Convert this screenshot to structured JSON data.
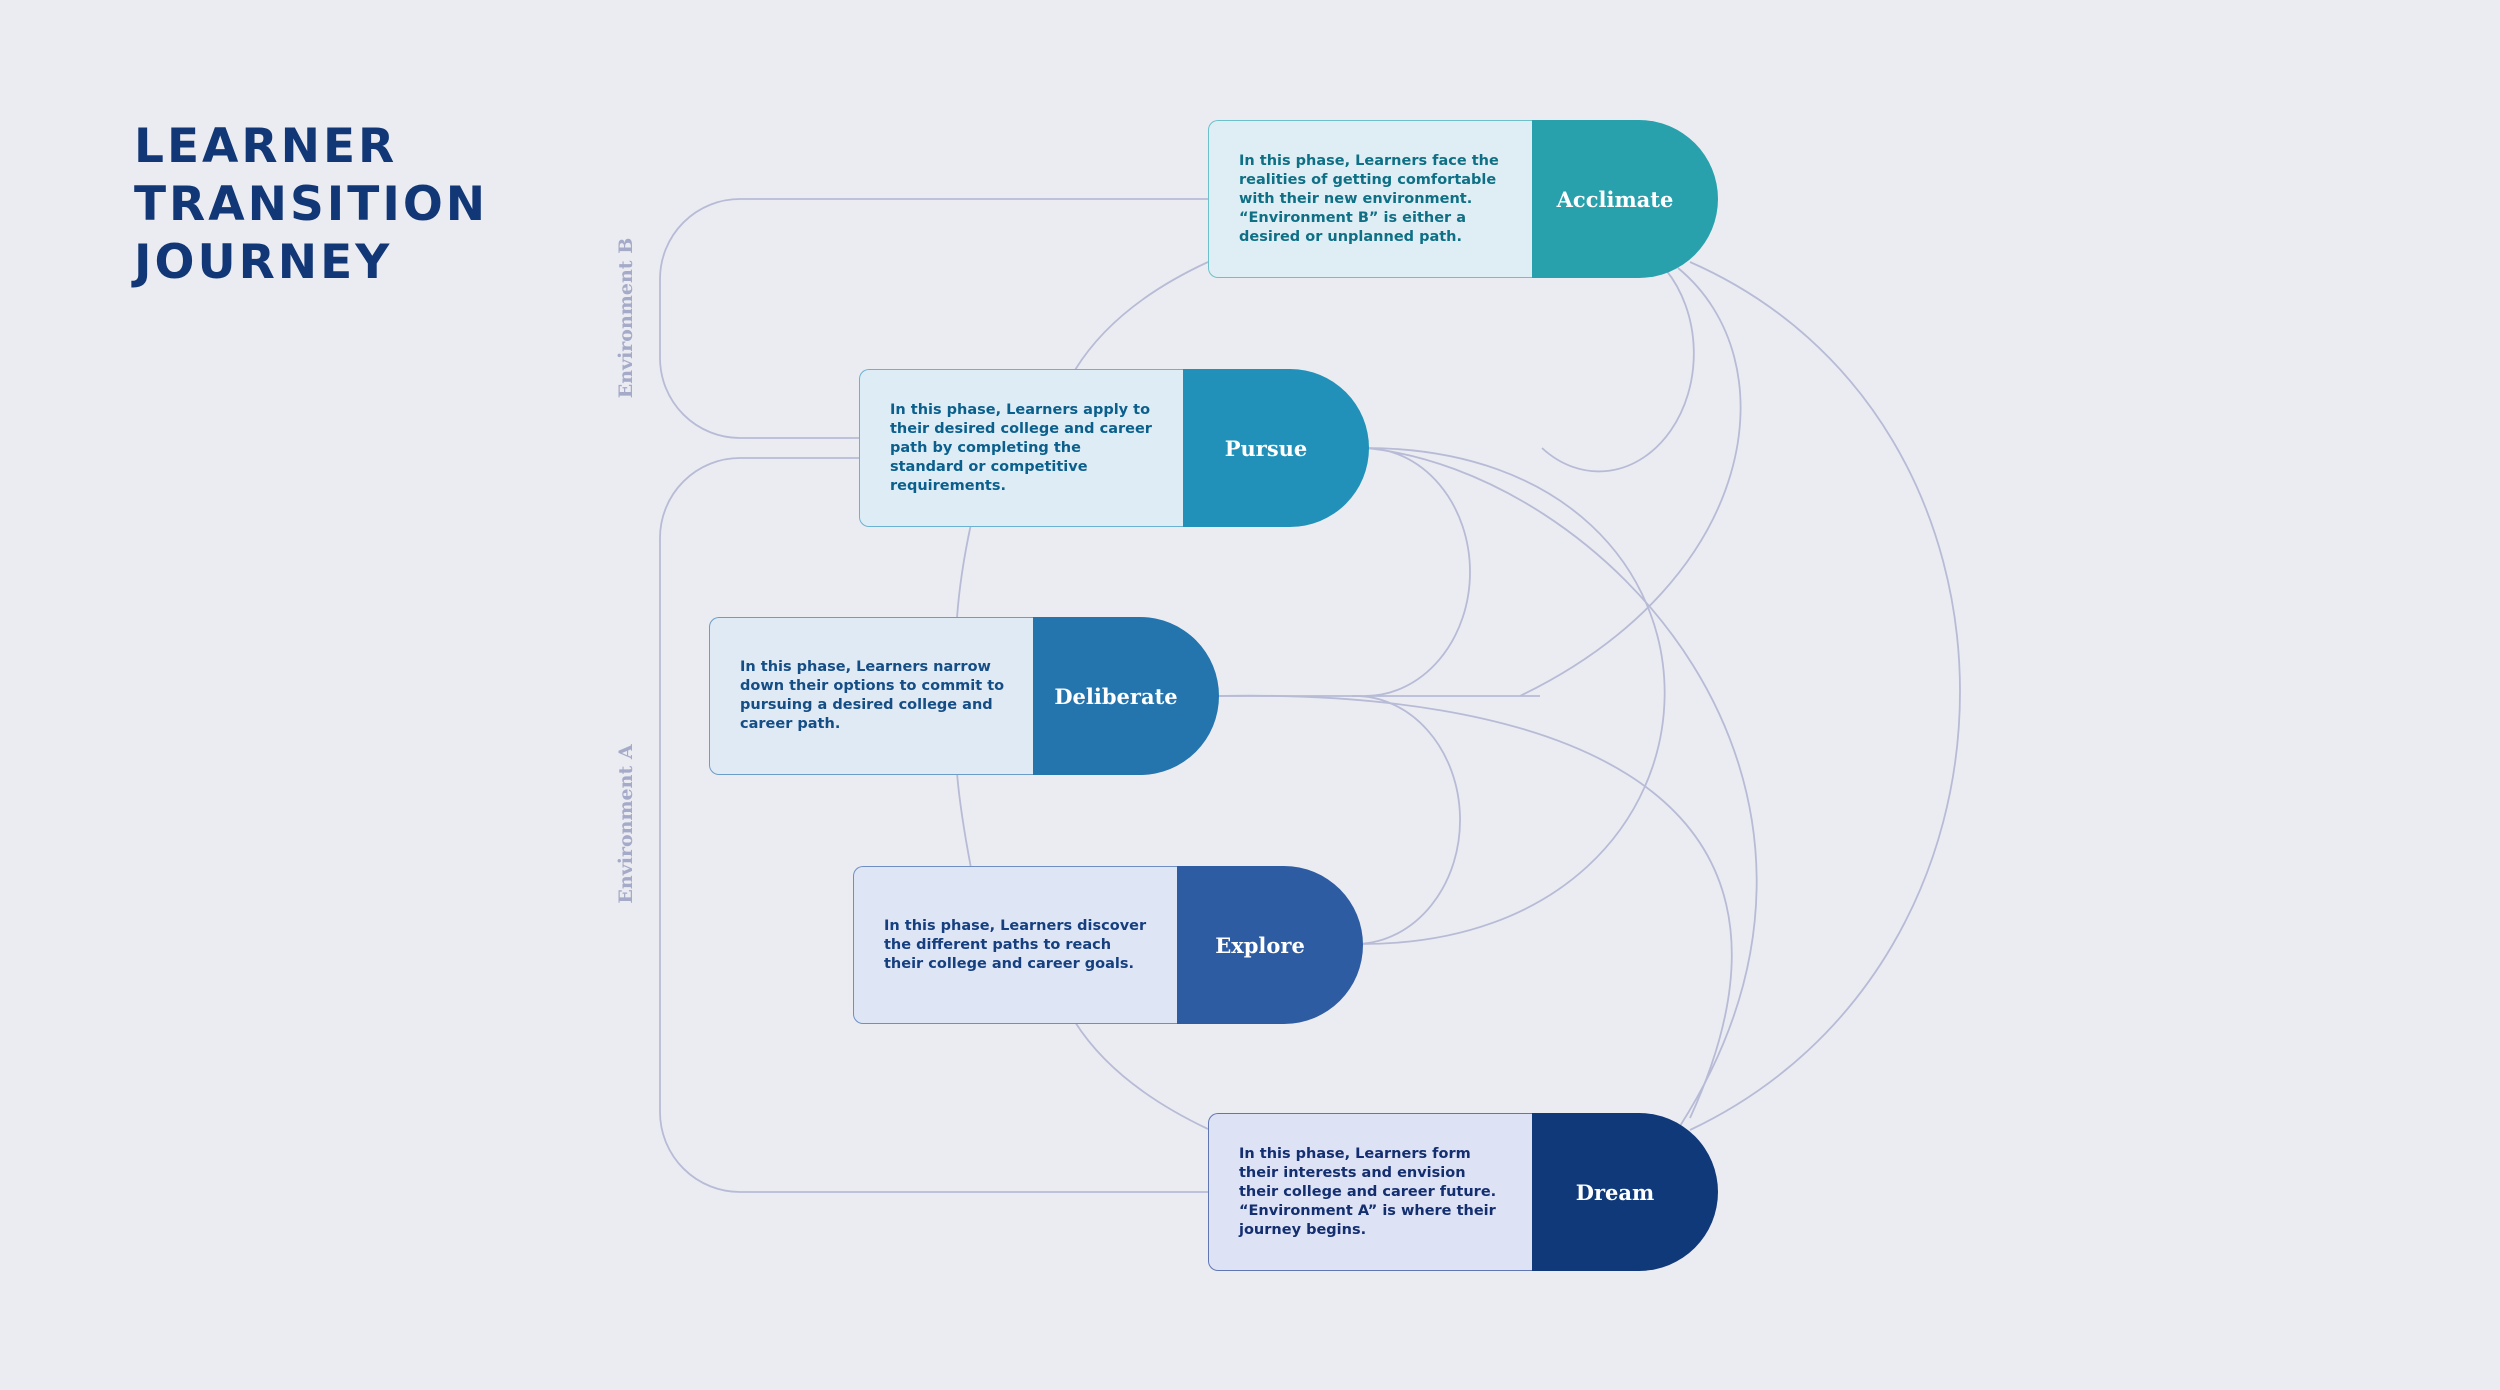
{
  "title": {
    "line1": "LEARNER",
    "line2": "TRANSITION",
    "line3": "JOURNEY"
  },
  "environments": {
    "b": "Environment B",
    "a": "Environment A"
  },
  "phases": {
    "acclimate": {
      "name": "Acclimate",
      "description": "In this phase, Learners face the realities of getting comfortable with their new environment. “Environment B” is either a desired or unplanned path.",
      "color": "#28a1ad"
    },
    "pursue": {
      "name": "Pursue",
      "description": "In this phase, Learners apply to their desired college and career path by completing the standard or competitive requirements.",
      "color": "#2291b9"
    },
    "deliberate": {
      "name": "Deliberate",
      "description": "In this phase, Learners narrow down their options to commit to pursuing a desired college and career path.",
      "color": "#2474ae"
    },
    "explore": {
      "name": "Explore",
      "description": "In this phase, Learners discover the different paths to reach their college and career goals.",
      "color": "#2e5ca2"
    },
    "dream": {
      "name": "Dream",
      "description": "In this phase, Learners form their interests and envision their college and career future. “Environment A” is where their journey begins.",
      "color": "#10397a"
    }
  }
}
